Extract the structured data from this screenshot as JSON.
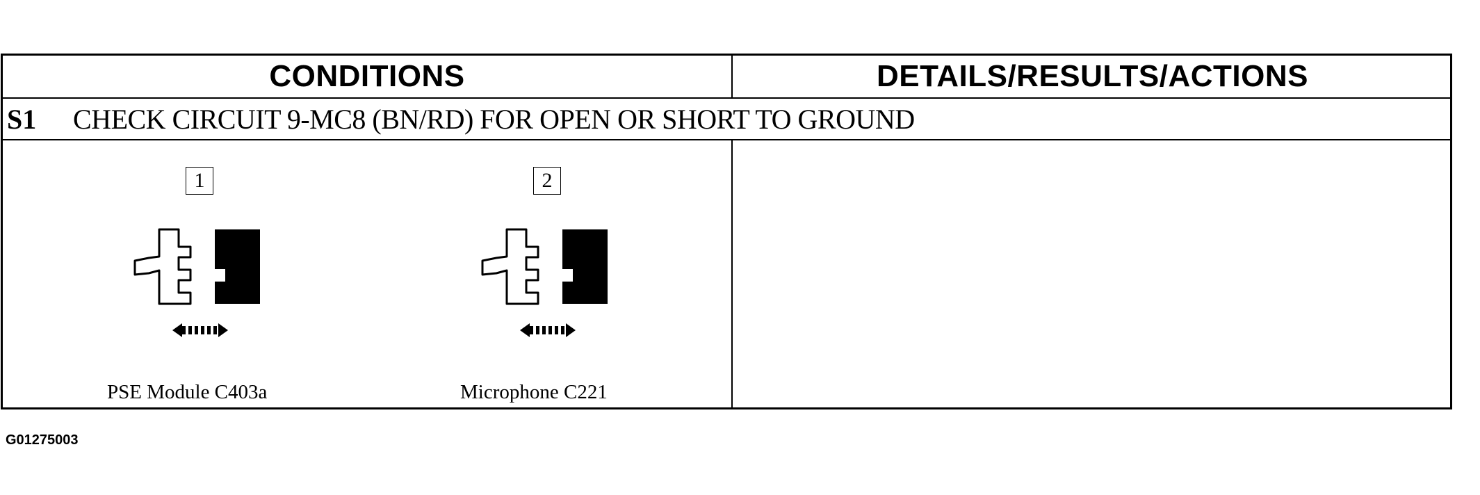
{
  "table": {
    "header": {
      "conditions": "CONDITIONS",
      "details": "DETAILS/RESULTS/ACTIONS"
    },
    "step": {
      "id": "S1",
      "title": "CHECK CIRCUIT 9-MC8 (BN/RD) FOR OPEN OR SHORT TO GROUND"
    },
    "figures": [
      {
        "number": "1",
        "caption": "PSE Module C403a",
        "icon": "connector-disconnect-icon"
      },
      {
        "number": "2",
        "caption": "Microphone C221",
        "icon": "connector-disconnect-icon"
      }
    ]
  },
  "figure_id": "G01275003"
}
